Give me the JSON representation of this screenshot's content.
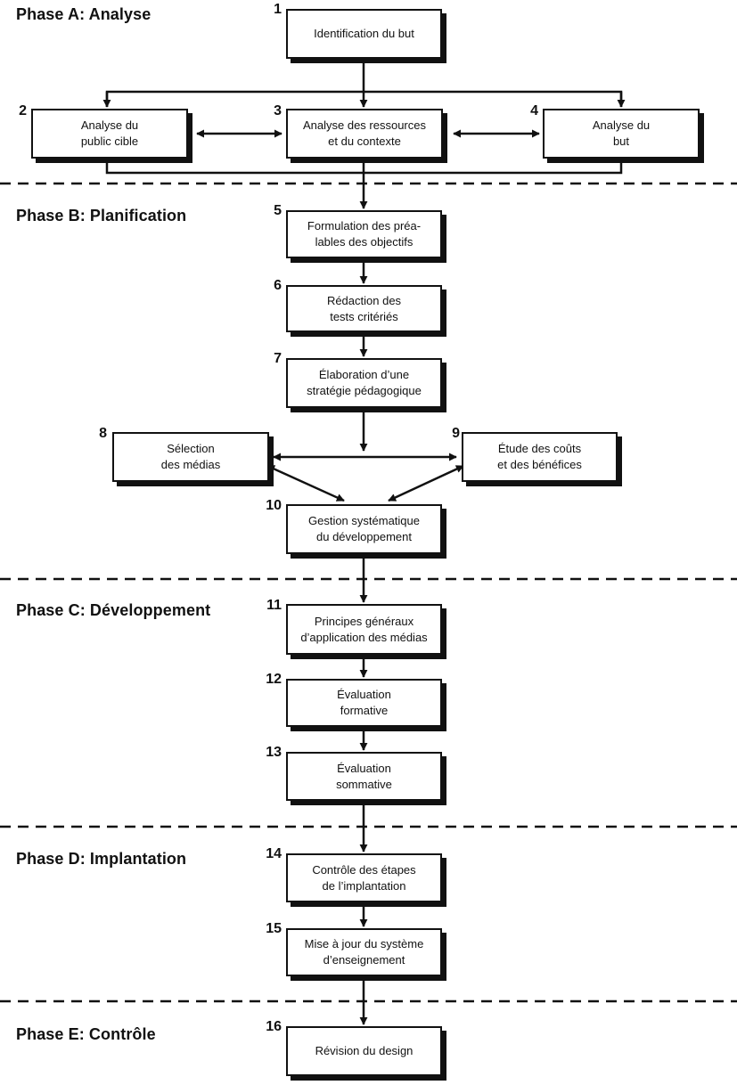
{
  "phases": {
    "a": "Phase A: Analyse",
    "b": "Phase B: Planification",
    "c": "Phase C: Développement",
    "d": "Phase D: Implantation",
    "e": "Phase E: Contrôle"
  },
  "steps": [
    {
      "num": "1",
      "label": "Identification du but"
    },
    {
      "num": "2",
      "label": "Analyse du\npublic cible"
    },
    {
      "num": "3",
      "label": "Analyse des ressources\net du contexte"
    },
    {
      "num": "4",
      "label": "Analyse du\nbut"
    },
    {
      "num": "5",
      "label": "Formulation des préa-\nlables des objectifs"
    },
    {
      "num": "6",
      "label": "Rédaction des\ntests critériés"
    },
    {
      "num": "7",
      "label": "Élaboration d’une\nstratégie pédagogique"
    },
    {
      "num": "8",
      "label": "Sélection\ndes médias"
    },
    {
      "num": "9",
      "label": "Étude des coûts\net des bénéfices"
    },
    {
      "num": "10",
      "label": "Gestion systématique\ndu développement"
    },
    {
      "num": "11",
      "label": "Principes généraux\nd’application des médias"
    },
    {
      "num": "12",
      "label": "Évaluation\nformative"
    },
    {
      "num": "13",
      "label": "Évaluation\nsommative"
    },
    {
      "num": "14",
      "label": "Contrôle des étapes\nde l’implantation"
    },
    {
      "num": "15",
      "label": "Mise à jour du système\nd’enseignement"
    },
    {
      "num": "16",
      "label": "Révision du design"
    }
  ]
}
